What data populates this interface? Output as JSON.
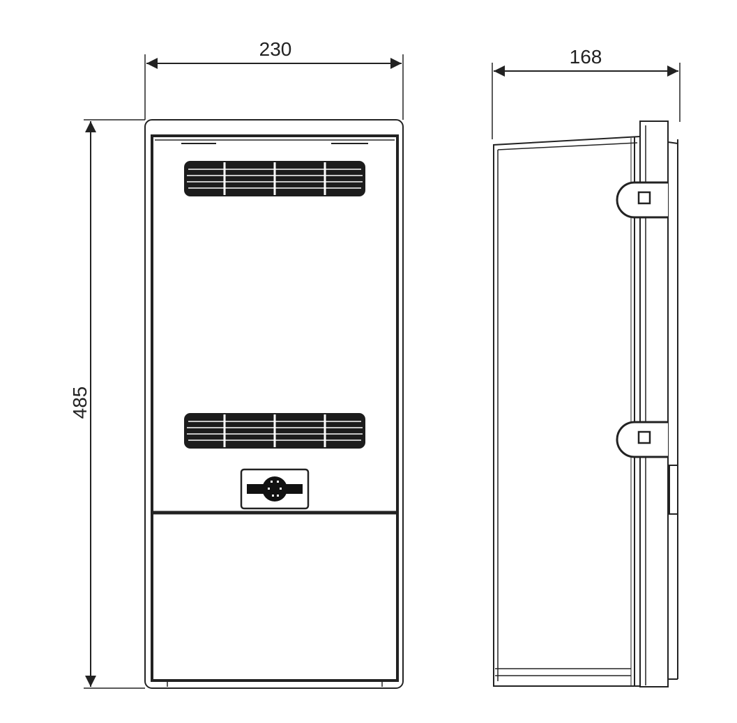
{
  "dimensions": {
    "width": "230",
    "depth": "168",
    "height": "485"
  },
  "views": [
    "front-view",
    "side-view"
  ],
  "colors": {
    "line": "#222222",
    "background": "#ffffff"
  }
}
